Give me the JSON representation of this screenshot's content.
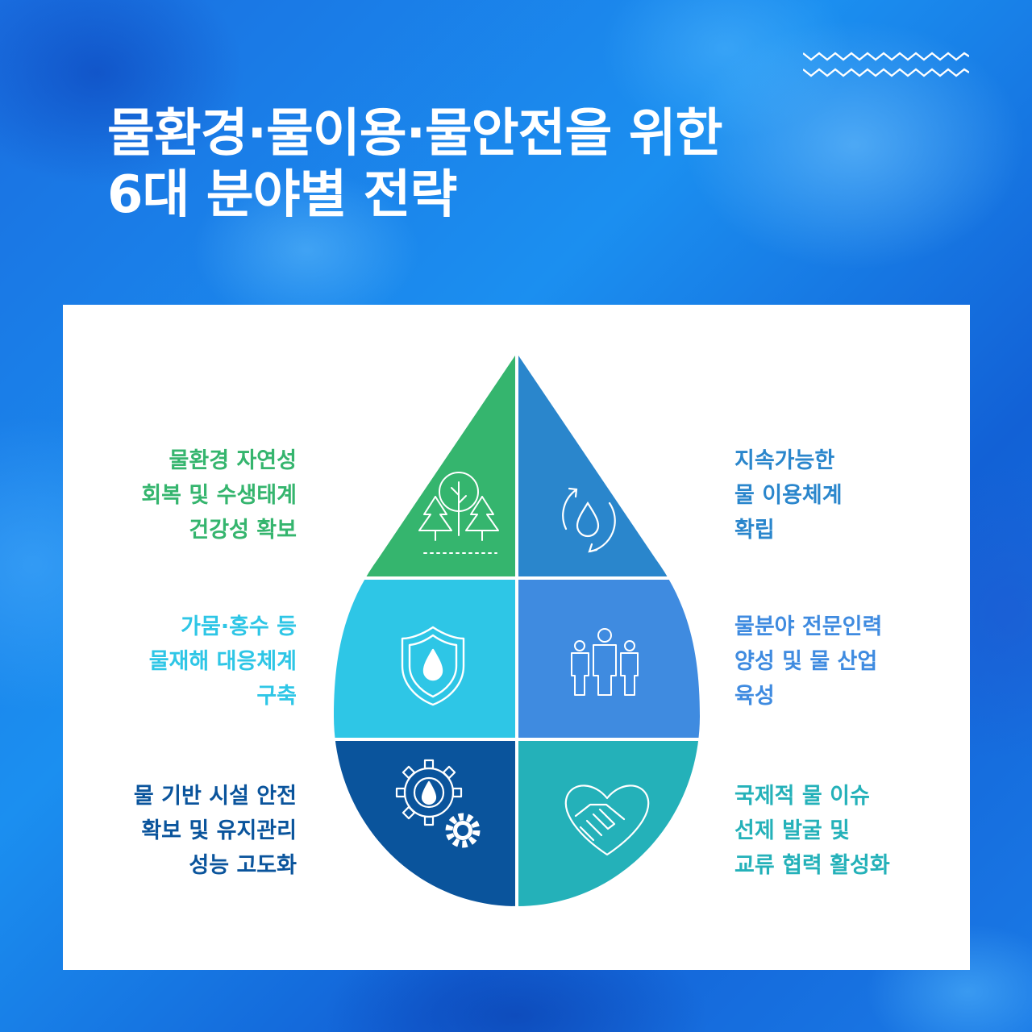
{
  "title": {
    "line1": "물환경·물이용·물안전을 위한",
    "line2": "6대 분야별 전략"
  },
  "colors": {
    "background": "#1a74e4",
    "card": "#ffffff",
    "green": "#35b56e",
    "blue": "#2a86cc",
    "cyan": "#2ec6e6",
    "periwinkle": "#3f8be0",
    "navy": "#0a549c",
    "teal": "#24b1b9"
  },
  "strategies": [
    {
      "id": "ecosystem",
      "icon": "forest-icon",
      "color": "#35b56e",
      "lines": [
        "물환경 자연성",
        "회복 및 수생태계",
        "건강성 확보"
      ]
    },
    {
      "id": "water-use",
      "icon": "water-cycle-icon",
      "color": "#2a86cc",
      "lines": [
        "지속가능한",
        "물 이용체계",
        "확립"
      ]
    },
    {
      "id": "disaster",
      "icon": "shield-drop-icon",
      "color": "#2ec6e6",
      "lines": [
        "가뭄·홍수 등",
        "물재해 대응체계",
        "구축"
      ]
    },
    {
      "id": "workforce",
      "icon": "people-icon",
      "color": "#3f8be0",
      "lines": [
        "물분야 전문인력",
        "양성 및 물 산업",
        "육성"
      ]
    },
    {
      "id": "infrastructure",
      "icon": "gear-drop-icon",
      "color": "#0a549c",
      "lines": [
        "물 기반 시설 안전",
        "확보 및 유지관리",
        "성능 고도화"
      ]
    },
    {
      "id": "international",
      "icon": "handshake-heart-icon",
      "color": "#24b1b9",
      "lines": [
        "국제적 물 이슈",
        "선제 발굴 및",
        "교류 협력 활성화"
      ]
    }
  ]
}
